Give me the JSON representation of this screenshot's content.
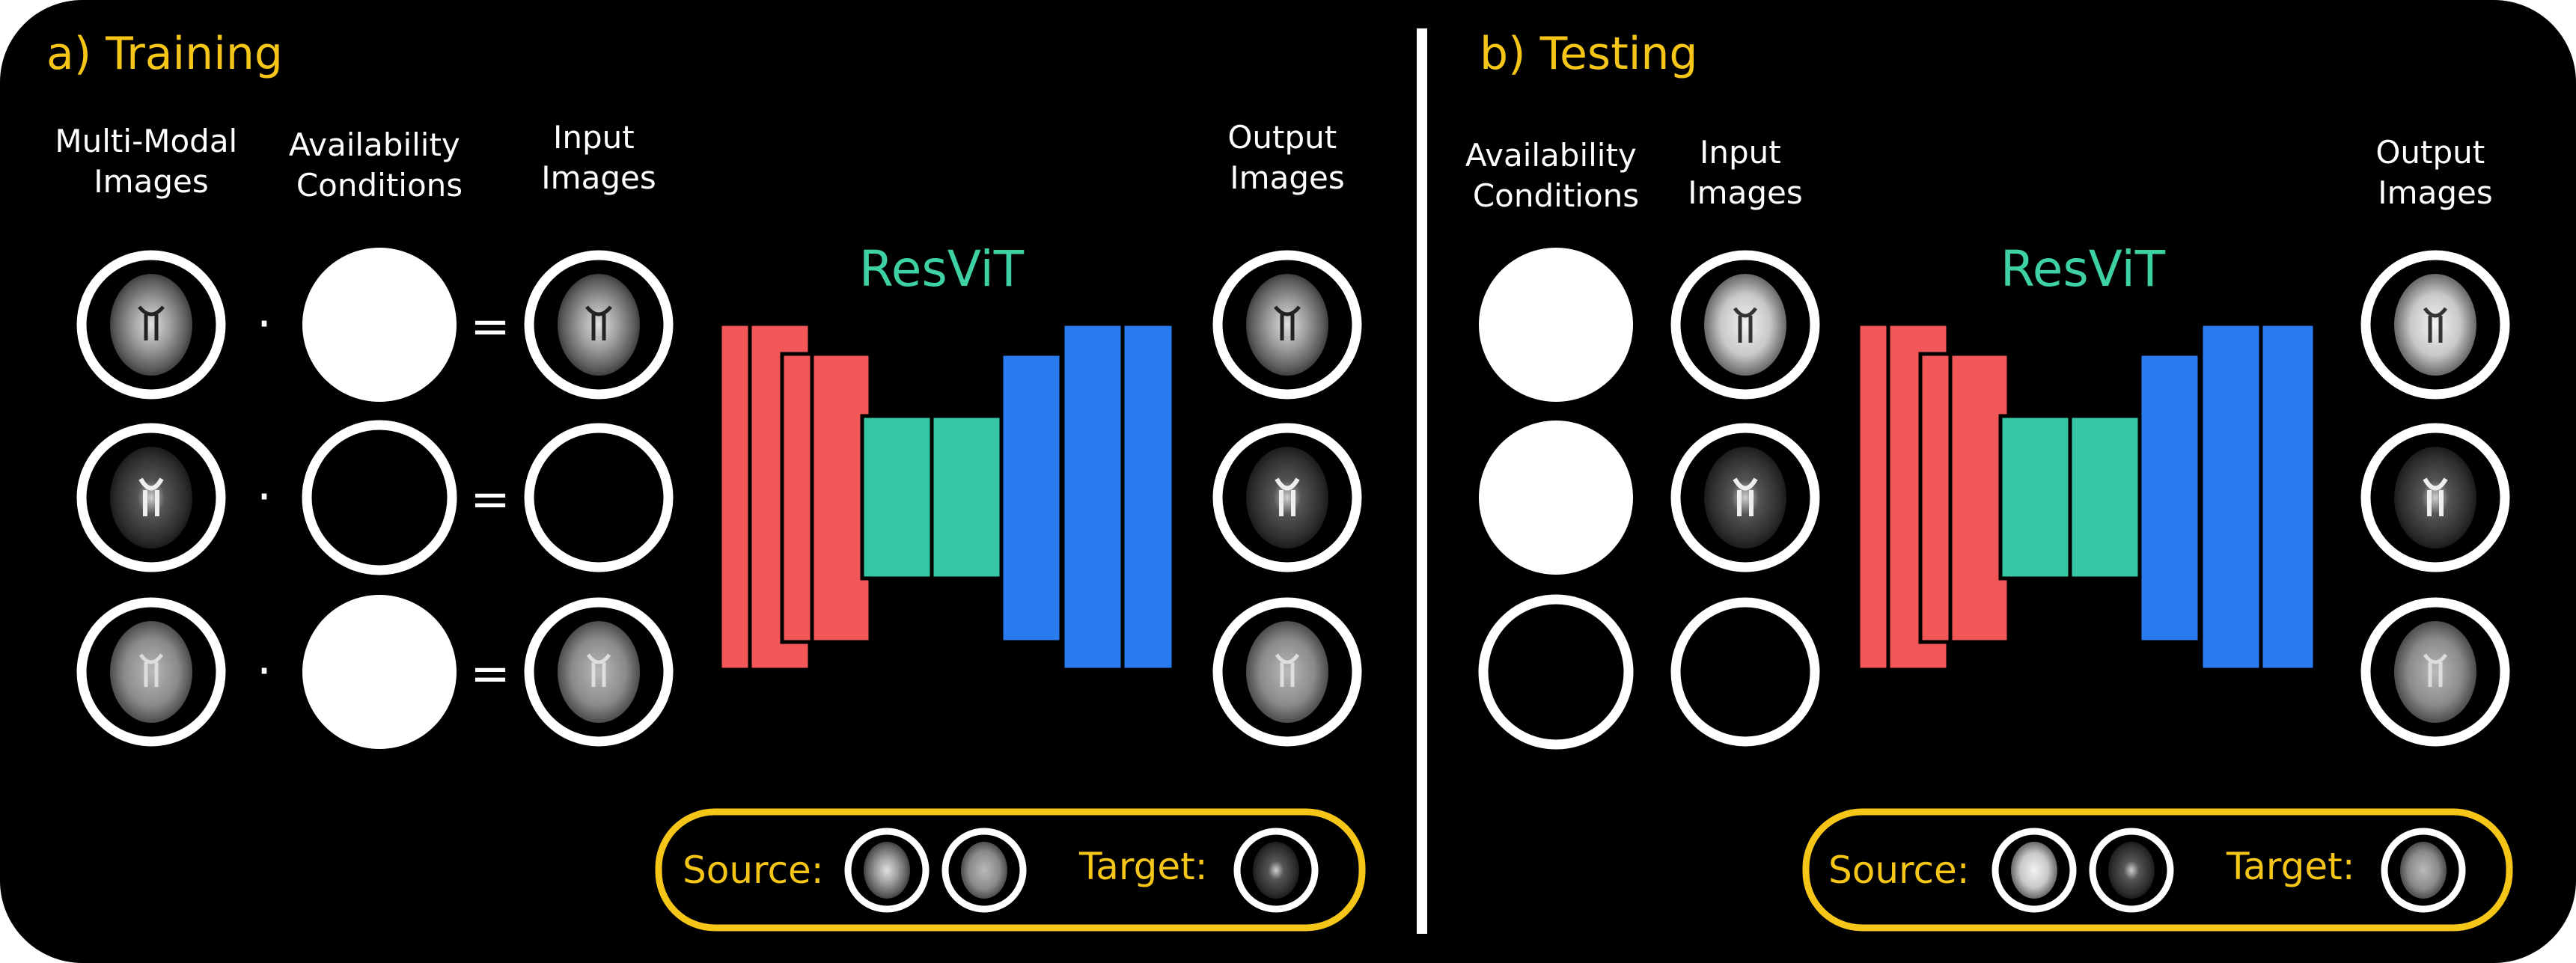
{
  "training": {
    "title": "a) Training",
    "headers": {
      "multimodal": [
        "Multi-Modal",
        "Images"
      ],
      "availability": [
        "Availability",
        "Conditions"
      ],
      "input": [
        "Input",
        "Images"
      ],
      "output": [
        "Output",
        "Images"
      ]
    },
    "operators": {
      "dot": "·",
      "equals": "="
    },
    "network_label": "ResViT",
    "legend": {
      "source_label": "Source:",
      "target_label": "Target:"
    }
  },
  "testing": {
    "title": "b) Testing",
    "headers": {
      "availability": [
        "Availability",
        "Conditions"
      ],
      "input": [
        "Input",
        "Images"
      ],
      "output": [
        "Output",
        "Images"
      ]
    },
    "network_label": "ResViT",
    "legend": {
      "source_label": "Source:",
      "target_label": "Target:"
    }
  },
  "colors": {
    "background": "#000000",
    "accent_yellow": "#f5c518",
    "encoder_red": "#f25656",
    "bottleneck_green": "#34c6a5",
    "decoder_blue": "#2b7bf0",
    "network_label_green": "#3ed1a4"
  }
}
